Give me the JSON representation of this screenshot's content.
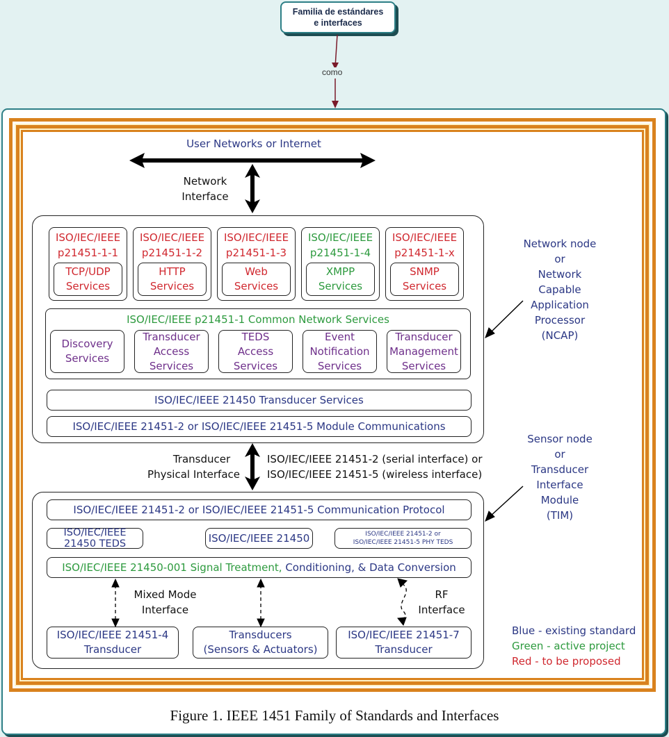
{
  "concept_map": {
    "top_node": {
      "line1": "Familia de estándares",
      "line2": "e interfaces"
    },
    "link_label": "como"
  },
  "diagram": {
    "user_networks": "User Networks or Internet",
    "network_interface": {
      "line1": "Network",
      "line2": "Interface"
    },
    "ncap_protocols": [
      {
        "std1": "ISO/IEC/IEEE",
        "std2": "p21451-1-1",
        "svc1": "TCP/UDP",
        "svc2": "Services",
        "status": "red"
      },
      {
        "std1": "ISO/IEC/IEEE",
        "std2": "p21451-1-2",
        "svc1": "HTTP",
        "svc2": "Services",
        "status": "red"
      },
      {
        "std1": "ISO/IEC/IEEE",
        "std2": "p21451-1-3",
        "svc1": "Web",
        "svc2": "Services",
        "status": "red"
      },
      {
        "std1": "ISO/IEC/IEEE",
        "std2": "p21451-1-4",
        "svc1": "XMPP",
        "svc2": "Services",
        "status": "green"
      },
      {
        "std1": "ISO/IEC/IEEE",
        "std2": "p21451-1-x",
        "svc1": "SNMP",
        "svc2": "Services",
        "status": "red"
      }
    ],
    "common_services": {
      "title": "ISO/IEC/IEEE p21451-1 Common Network Services",
      "items": [
        {
          "l1": "Discovery",
          "l2": "Services",
          "l3": ""
        },
        {
          "l1": "Transducer",
          "l2": "Access",
          "l3": "Services"
        },
        {
          "l1": "TEDS",
          "l2": "Access",
          "l3": "Services"
        },
        {
          "l1": "Event",
          "l2": "Notification",
          "l3": "Services"
        },
        {
          "l1": "Transducer",
          "l2": "Management",
          "l3": "Services"
        }
      ]
    },
    "transducer_services": "ISO/IEC/IEEE 21450 Transducer Services",
    "module_comms": "ISO/IEC/IEEE 21451-2 or ISO/IEC/IEEE 21451-5 Module Communications",
    "physical_interface": {
      "line1": "Transducer",
      "line2": "Physical Interface"
    },
    "physical_options": {
      "line1": "ISO/IEC/IEEE 21451-2 (serial interface) or",
      "line2": "ISO/IEC/IEEE 21451-5 (wireless interface)"
    },
    "ncap_label": [
      "Network node",
      "or",
      "Network",
      "Capable",
      "Application",
      "Processor",
      "(NCAP)"
    ],
    "tim_label": [
      "Sensor node",
      "or",
      "Transducer",
      "Interface",
      "Module",
      "(TIM)"
    ],
    "comm_protocol": "ISO/IEC/IEEE 21451-2 or ISO/IEC/IEEE 21451-5 Communication Protocol",
    "teds": "ISO/IEC/IEEE 21450 TEDS",
    "std_21450": "ISO/IEC/IEEE 21450",
    "phy_teds": {
      "line1": "ISO/IEC/IEEE 21451-2 or",
      "line2": "ISO/IEC/IEEE 21451-5 PHY TEDS"
    },
    "signal_treatment": {
      "green_part": "ISO/IEC/IEEE 21450-001 Signal Treatment,",
      "blue_part": " Conditioning, & Data Conversion"
    },
    "mixed_mode": {
      "line1": "Mixed Mode",
      "line2": "Interface"
    },
    "rf_interface": {
      "line1": "RF",
      "line2": "Interface"
    },
    "transducers": [
      {
        "l1": "ISO/IEC/IEEE 21451-4",
        "l2": "Transducer"
      },
      {
        "l1": "Transducers",
        "l2": "(Sensors & Actuators)"
      },
      {
        "l1": "ISO/IEC/IEEE 21451-7",
        "l2": "Transducer"
      }
    ],
    "legend": [
      {
        "text": "Blue - existing standard",
        "color": "#2b3784"
      },
      {
        "text": "Green - active project",
        "color": "#2d9a3e"
      },
      {
        "text": "Red - to be proposed",
        "color": "#d0282f"
      }
    ]
  },
  "caption": "Figure 1.  IEEE 1451 Family of Standards and Interfaces"
}
